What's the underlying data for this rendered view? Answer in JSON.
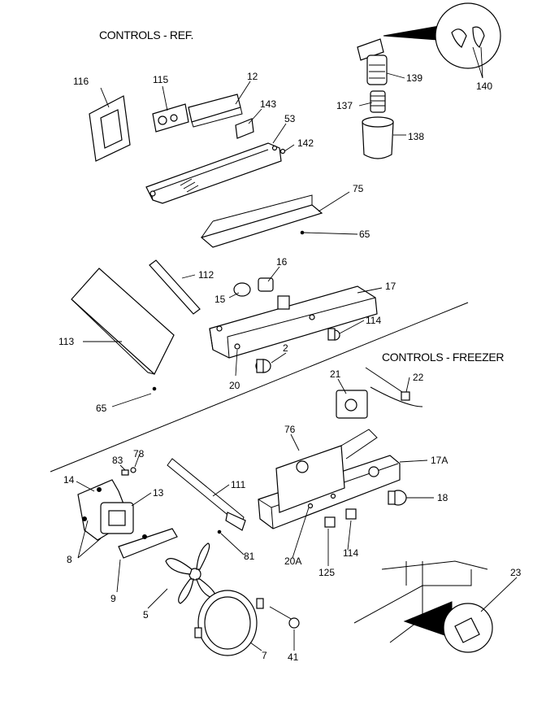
{
  "headings": {
    "refrigerator": "CONTROLS - REF.",
    "freezer": "CONTROLS - FREEZER"
  },
  "labels": {
    "p116": "116",
    "p115": "115",
    "p12": "12",
    "p143": "143",
    "p53": "53",
    "p142": "142",
    "p139": "139",
    "p140": "140",
    "p137": "137",
    "p138": "138",
    "p75": "75",
    "p65a": "65",
    "p16": "16",
    "p112": "112",
    "p15": "15",
    "p17": "17",
    "p114a": "114",
    "p113": "113",
    "p2": "2",
    "p20": "20",
    "p65b": "65",
    "p21": "21",
    "p22": "22",
    "p76": "76",
    "p17A": "17A",
    "p18": "18",
    "p83": "83",
    "p78": "78",
    "p14": "14",
    "p13": "13",
    "p111": "111",
    "p8": "8",
    "p81": "81",
    "p9": "9",
    "p5": "5",
    "p20A": "20A",
    "p114b": "114",
    "p125": "125",
    "p23": "23",
    "p7": "7",
    "p41": "41"
  }
}
